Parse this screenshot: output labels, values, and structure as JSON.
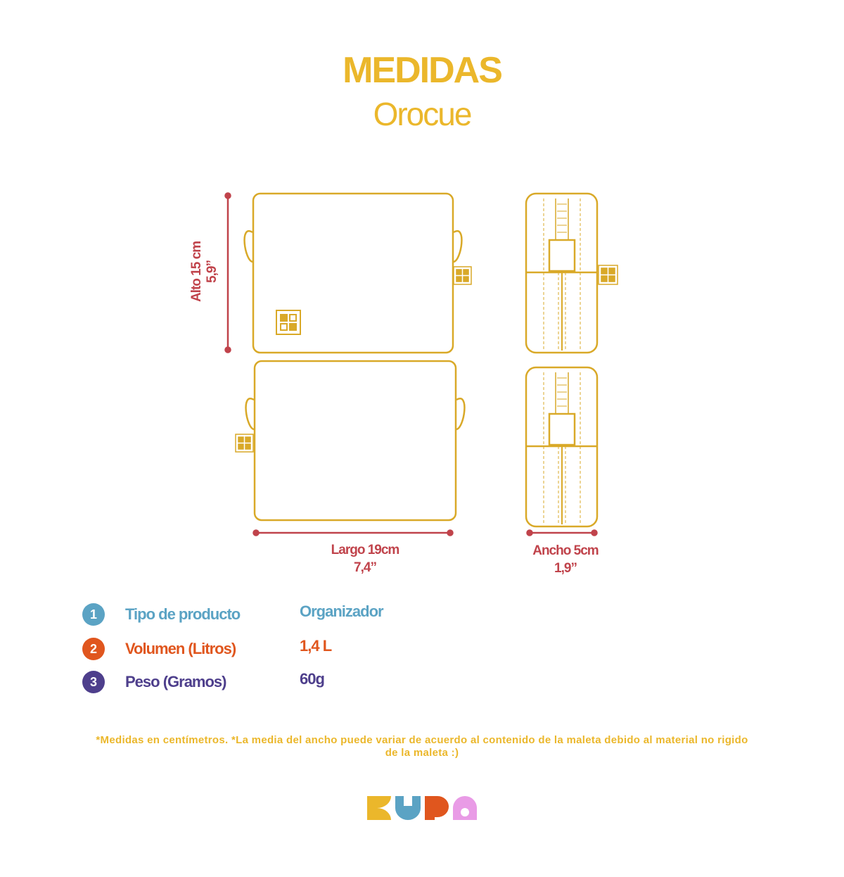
{
  "header": {
    "title": "MEDIDAS",
    "subtitle": "Orocue"
  },
  "dimensions": {
    "alto_cm": "Alto 15 cm",
    "alto_in": "5,9”",
    "largo_cm": "Largo 19cm",
    "largo_in": "7,4”",
    "ancho_cm": "Ancho 5cm",
    "ancho_in": "1,9”"
  },
  "specs": [
    {
      "number": "1",
      "label": "Tipo de producto",
      "value": "Organizador",
      "color": "#5BA3C4"
    },
    {
      "number": "2",
      "label": "Volumen (Litros)",
      "value": "1,4 L",
      "color": "#E0561E"
    },
    {
      "number": "3",
      "label": "Peso (Gramos)",
      "value": "60g",
      "color": "#4E3F8C"
    }
  ],
  "footnote": {
    "line1": "*Medidas en centímetros. *La media del ancho puede variar de acuerdo al contenido de la maleta debido al material no rigido",
    "line2": "de la maleta  :)"
  },
  "logo": {
    "text": "KUPA",
    "colors": [
      "#EBB72B",
      "#5BA3C4",
      "#E0561E",
      "#E99BE6"
    ]
  },
  "colors": {
    "outline": "#D9A928",
    "dimension": "#C0434B",
    "title": "#EBB72B"
  }
}
